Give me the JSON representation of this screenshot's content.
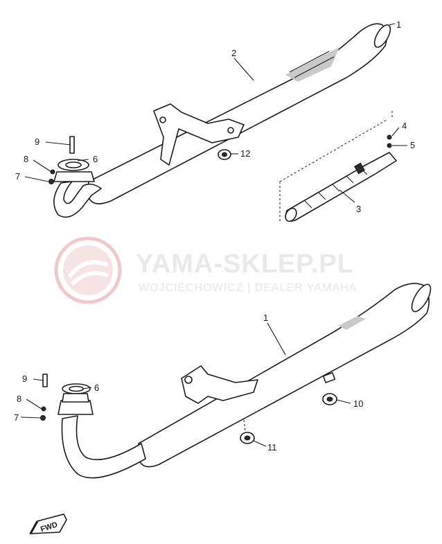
{
  "watermark": {
    "title": "YAMA-SKLEP.PL",
    "subtitle": "WOJCIECHOWICZ | DEALER YAMAHA",
    "logo_color": "#e8c4c4",
    "text_color": "#e9e9e9"
  },
  "callouts_top": {
    "c1": "1",
    "c2": "2",
    "c3": "3",
    "c4": "4",
    "c5": "5",
    "c6": "6",
    "c7": "7",
    "c8": "8",
    "c9": "9",
    "c12": "12"
  },
  "callouts_bottom": {
    "c1": "1",
    "c6": "6",
    "c7": "7",
    "c8": "8",
    "c9": "9",
    "c10": "10",
    "c11": "11"
  },
  "fwd_label": "FWD"
}
